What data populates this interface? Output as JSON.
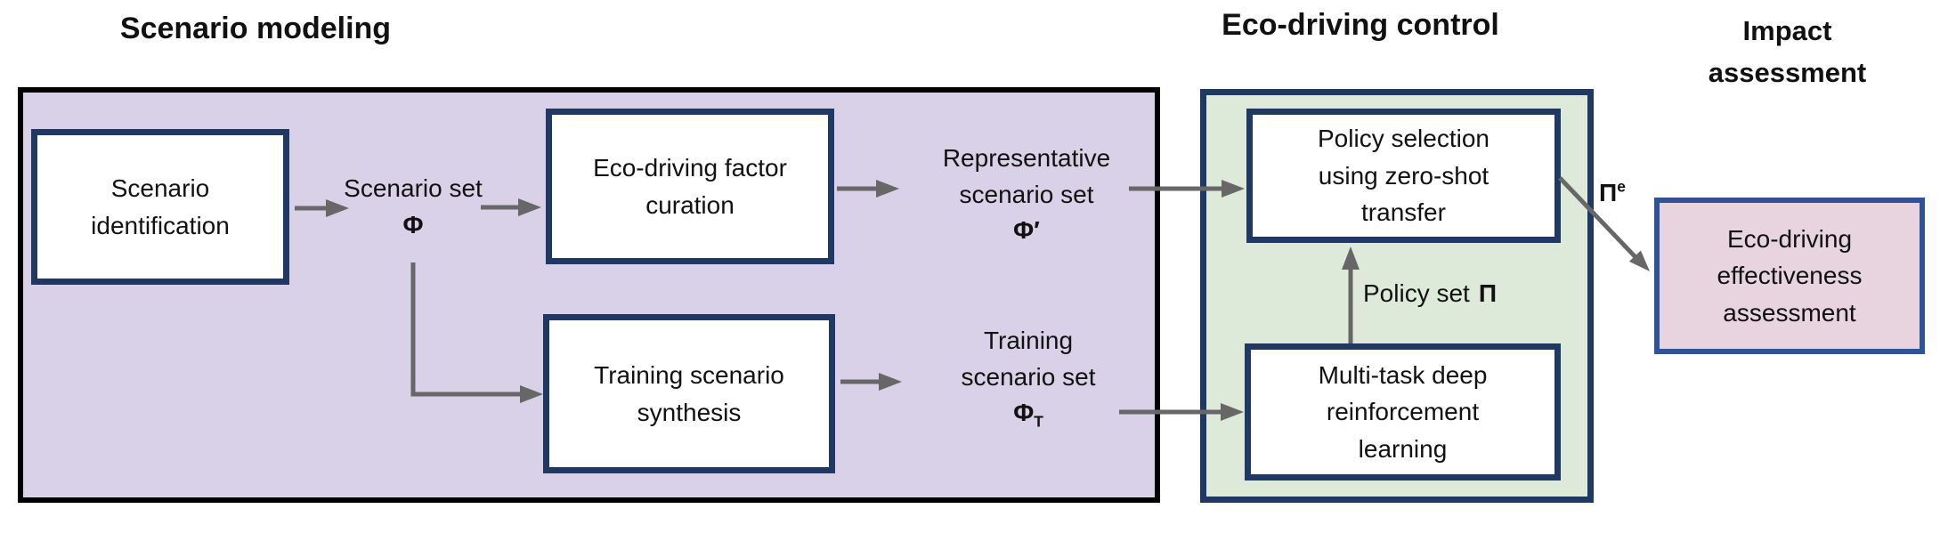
{
  "diagram": {
    "sections": {
      "scenario_modeling": {
        "title": "Scenario modeling"
      },
      "eco_driving_control": {
        "title": "Eco-driving control"
      },
      "impact_assessment": {
        "title": "Impact assessment"
      }
    },
    "boxes": {
      "scenario_identification": "Scenario identification",
      "factor_curation": "Eco-driving factor curation",
      "training_synthesis": "Training scenario synthesis",
      "policy_selection": "Policy selection using zero-shot transfer",
      "multitask_drl": "Multi-task deep reinforcement learning",
      "effectiveness_assessment": "Eco-driving effectiveness assessment"
    },
    "labels": {
      "scenario_set": {
        "text": "Scenario set",
        "symbol": "Φ"
      },
      "representative_set": {
        "line1": "Representative",
        "line2": "scenario set",
        "symbol": "Φ′"
      },
      "training_set": {
        "line1": "Training",
        "line2": "scenario set",
        "symbol": "Φ",
        "subscript": "T"
      },
      "policy_set": {
        "text": "Policy set",
        "symbol": "Π"
      },
      "selected_policy": {
        "symbol": "Π",
        "superscript": "e"
      }
    },
    "colors": {
      "scenario_bg": "#D8D1E7",
      "control_bg": "#DEEAD9",
      "assessment_bg": "#E7D4DF",
      "box_border": "#1F3864",
      "assessment_border": "#2F5496",
      "container_border": "#000000",
      "arrow": "#676767"
    }
  }
}
